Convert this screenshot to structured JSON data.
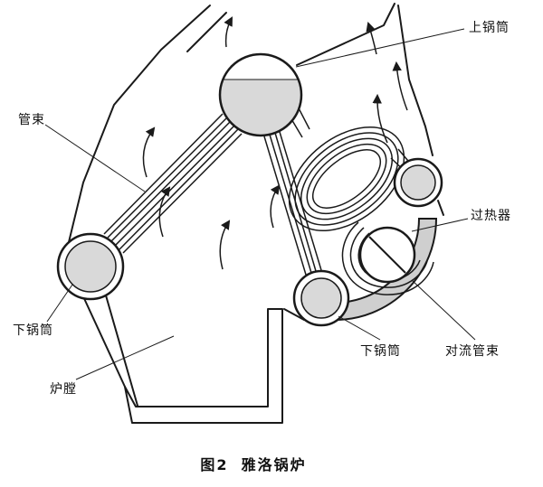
{
  "figure": {
    "labels": {
      "upper_drum": "上锅筒",
      "tube_bundle": "管束",
      "superheater": "过热器",
      "lower_drum_left": "下锅筒",
      "lower_drum_right": "下锅筒",
      "convection_tube_bundle": "对流管束",
      "furnace": "炉膛"
    },
    "caption": {
      "number": "图2",
      "title": "雅洛锅炉"
    },
    "colors": {
      "line": "#1a1a1a",
      "drum_fill": "#d9d9d9",
      "band_fill": "#cfcfcf",
      "background": "#ffffff"
    }
  }
}
